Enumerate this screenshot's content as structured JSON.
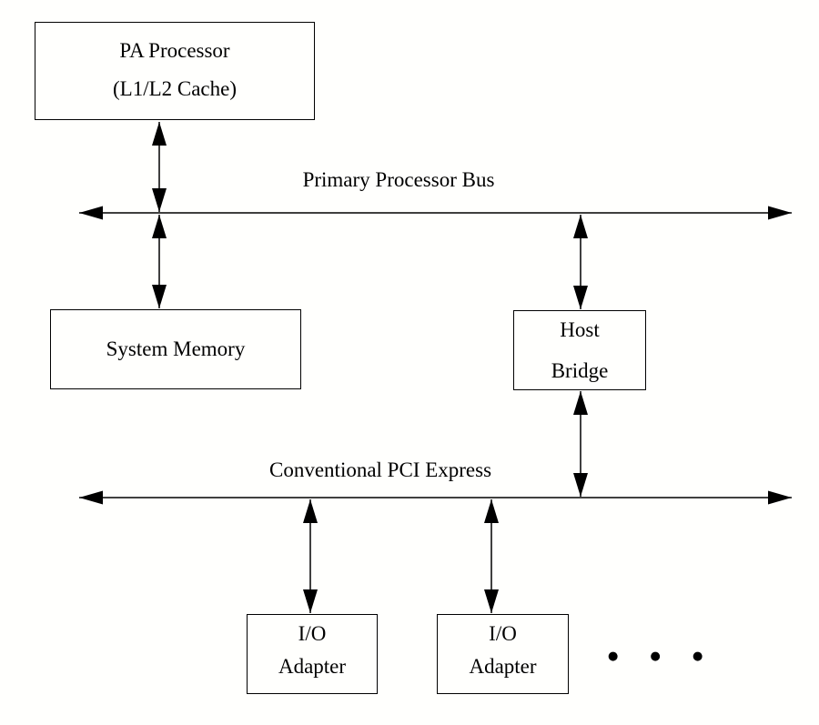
{
  "diagram": {
    "nodes": {
      "pa_processor": {
        "line1": "PA Processor",
        "line2": "(L1/L2 Cache)"
      },
      "system_memory": {
        "line1": "System Memory"
      },
      "host_bridge": {
        "line1": "Host",
        "line2": "Bridge"
      },
      "io_adapter_1": {
        "line1": "I/O",
        "line2": "Adapter"
      },
      "io_adapter_2": {
        "line1": "I/O",
        "line2": "Adapter"
      }
    },
    "buses": {
      "primary": {
        "label": "Primary Processor Bus"
      },
      "pci": {
        "label": "Conventional PCI Express"
      }
    },
    "ellipsis": "● ● ●",
    "colors": {
      "line": "#000000",
      "text": "#000000",
      "background": "#fffffd"
    }
  }
}
